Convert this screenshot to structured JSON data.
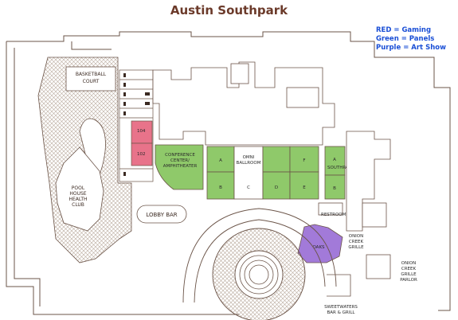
{
  "map": {
    "title": "Austin Southpark",
    "legend": [
      {
        "text": "RED = Gaming",
        "color": "#e8536b"
      },
      {
        "text": "Green = Panels",
        "color": "#7fbf59"
      },
      {
        "text": "Purple = Art Show",
        "color": "#9a6cd6"
      }
    ],
    "labels": {
      "basketball": "BASKETBALL",
      "court": "COURT",
      "pool1": "POOL",
      "pool2": "HOUSE",
      "pool3": "HEALTH",
      "pool4": "CLUB",
      "room104": "104",
      "room102": "102",
      "conf1": "CONFERENCE",
      "conf2": "CENTER/",
      "conf3": "AMPHITHEATER",
      "omni1": "OMNI",
      "omni2": "BALLROOM",
      "sec_a1": "A",
      "sec_b1": "B",
      "sec_c": "C",
      "sec_d": "D",
      "sec_e": "E",
      "sec_f": "F",
      "southpark": "SOUTHPARK",
      "sp_a": "A",
      "sp_b": "B",
      "restroom": "RESTROOM",
      "lobby_bar": "LOBBY BAR",
      "oaks": "OAKS",
      "onion1": "ONION",
      "onion2": "CREEK",
      "onion3": "GRILLE",
      "oc_parlor1": "ONION",
      "oc_parlor2": "CREEK",
      "oc_parlor3": "GRILLE",
      "oc_parlor4": "PARLOR",
      "sweet1": "SWEETWATERS",
      "sweet2": "BAR & GRILL"
    },
    "colors": {
      "gaming": "#e8738a",
      "panels": "#8fc96a",
      "art": "#a27ad9",
      "wall": "#6b5448",
      "hatch": "#b9a99c"
    }
  }
}
